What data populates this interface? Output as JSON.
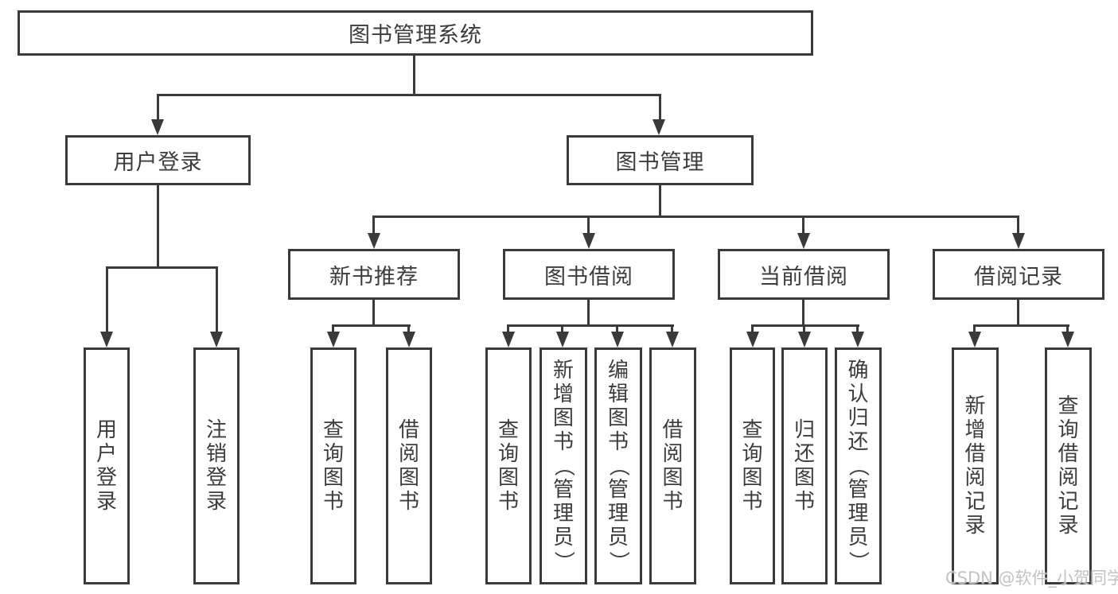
{
  "diagram": {
    "root": {
      "label": "图书管理系统"
    },
    "branches": [
      {
        "label": "用户登录",
        "children": [
          "用户登录",
          "注销登录"
        ]
      },
      {
        "label": "图书管理"
      }
    ],
    "modules": [
      {
        "label": "新书推荐",
        "children": [
          "查询图书",
          "借阅图书"
        ]
      },
      {
        "label": "图书借阅",
        "children": [
          "查询图书",
          "新增图书（管理员）",
          "编辑图书（管理员）",
          "借阅图书"
        ]
      },
      {
        "label": "当前借阅",
        "children": [
          "查询图书",
          "归还图书",
          "确认归还（管理员）"
        ]
      },
      {
        "label": "借阅记录",
        "children": [
          "新增借阅记录",
          "查询借阅记录"
        ]
      }
    ]
  },
  "watermark": {
    "text": "CSDN @软件_小贺同学"
  },
  "colors": {
    "line": "#3a3a3a",
    "text": "#3c3c3c",
    "watermark": "#c3c3c3",
    "background": "#ffffff"
  }
}
